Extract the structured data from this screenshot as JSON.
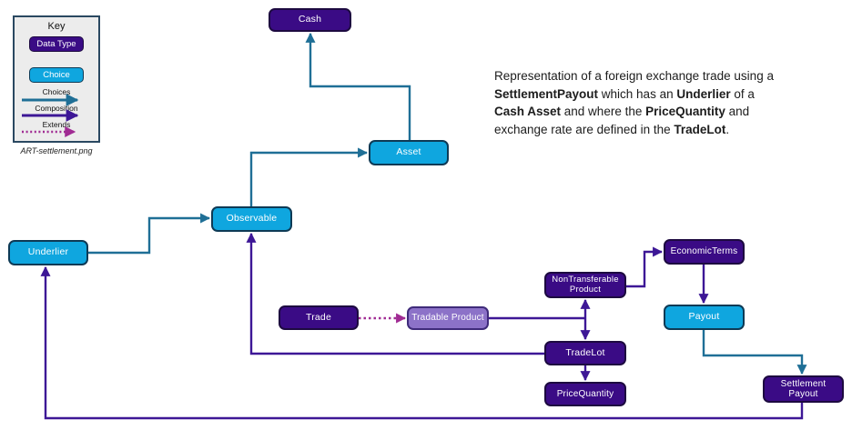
{
  "colors": {
    "data_type_fill": "#3A0B85",
    "choice_fill": "#0FA6DF",
    "tradable_fill": "#8C72C8",
    "choices_arrow": "#1F6F96",
    "composition_arrow": "#3D1796",
    "extends_arrow": "#A02B93"
  },
  "key": {
    "title": "Key",
    "data_type_label": "Data Type",
    "choice_label": "Choice",
    "choices_label": "Choices",
    "composition_label": "Composition",
    "extends_label": "Extends",
    "caption": "ART-settlement.png"
  },
  "description": {
    "line1": "Representation of a foreign exchange trade using a",
    "line2_b1": "SettlementPayout",
    "line2_t1": " which has an ",
    "line2_b2": "Underlier",
    "line2_t2": " of a",
    "line3_b1": "Cash Asset",
    "line3_t1": " and where the ",
    "line3_b2": "PriceQuantity",
    "line3_t2": " and",
    "line4_t1": "exchange rate are defined in the ",
    "line4_b1": "TradeLot",
    "line4_t2": "."
  },
  "nodes": {
    "cash": {
      "label": "Cash",
      "type": "data_type"
    },
    "asset": {
      "label": "Asset",
      "type": "choice"
    },
    "observable": {
      "label": "Observable",
      "type": "choice"
    },
    "underlier": {
      "label": "Underlier",
      "type": "choice"
    },
    "trade": {
      "label": "Trade",
      "type": "data_type"
    },
    "tradable_product": {
      "label": "Tradable Product",
      "type": "data_type_extended"
    },
    "nontransferable_product": {
      "label": "NonTransferable Product",
      "type": "data_type"
    },
    "economic_terms": {
      "label": "EconomicTerms",
      "type": "data_type"
    },
    "payout": {
      "label": "Payout",
      "type": "choice"
    },
    "trade_lot": {
      "label": "TradeLot",
      "type": "data_type"
    },
    "price_quantity": {
      "label": "PriceQuantity",
      "type": "data_type"
    },
    "settlement_payout": {
      "label": "Settlement Payout",
      "type": "data_type"
    }
  }
}
